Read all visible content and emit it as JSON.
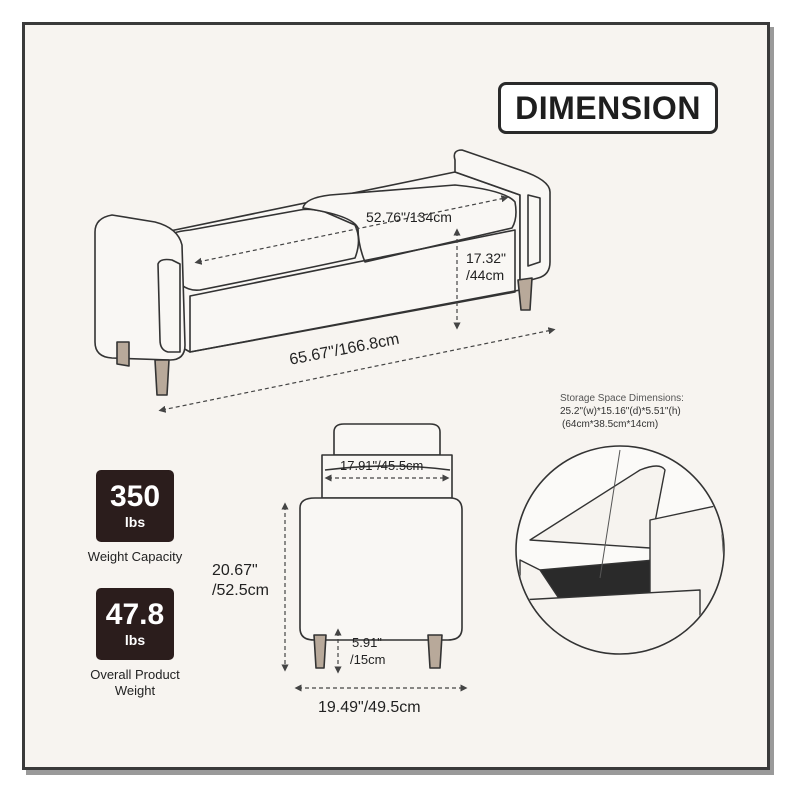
{
  "title": "DIMENSION",
  "dimensions": {
    "seat_length": "52.76\"/134cm",
    "seat_height_in": "17.32\"",
    "seat_height_cm": "/44cm",
    "overall_length": "65.67\"/166.8cm",
    "seat_depth": "17.91\"/45.5cm",
    "overall_height_in": "20.67\"",
    "overall_height_cm": "/52.5cm",
    "leg_height_in": "5.91\"",
    "leg_height_cm": "/15cm",
    "overall_width": "19.49\"/49.5cm"
  },
  "storage": {
    "heading": "Storage Space Dimensions:",
    "inches": "25.2\"(w)*15.16\"(d)*5.51\"(h)",
    "cm": "(64cm*38.5cm*14cm)"
  },
  "badges": [
    {
      "value": "350",
      "unit": "lbs",
      "caption": "Weight Capacity"
    },
    {
      "value": "47.8",
      "unit": "lbs",
      "caption_line1": "Overall Product",
      "caption_line2": "Weight"
    }
  ],
  "colors": {
    "badge_bg": "#2b1d1c",
    "frame_bg": "#f7f4f0",
    "line": "#333333"
  }
}
